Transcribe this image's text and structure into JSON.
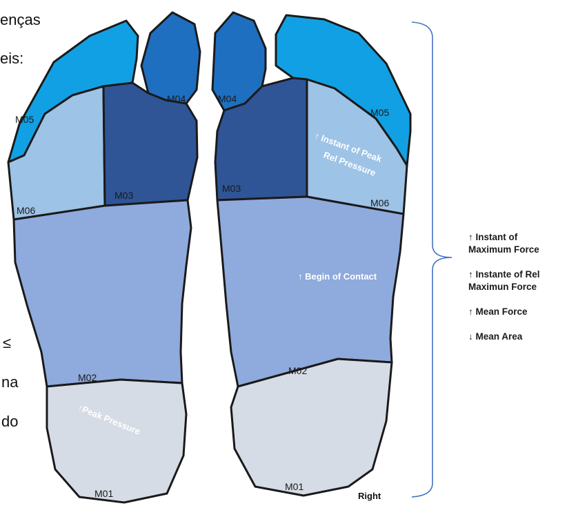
{
  "background_fragments": [
    "enças",
    "eis:",
    "≤",
    "na",
    "do"
  ],
  "colors": {
    "m05": "#12A0E4",
    "m04": "#1E6FC0",
    "m03": "#2F5597",
    "m06": "#9DC3E6",
    "m02": "#8FAADC",
    "m01": "#D6DCE5",
    "outline": "#1a1a1a",
    "bracket": "#4472C4"
  },
  "left_foot": {
    "labels": {
      "m05": "M05",
      "m04": "M04",
      "m03": "M03",
      "m06": "M06",
      "m02": "M02",
      "m01": "M01"
    },
    "annotation": "↑Peak Pressure"
  },
  "right_foot": {
    "labels": {
      "m05": "M05",
      "m04": "M04",
      "m03": "M03",
      "m06": "M06",
      "m02": "M02",
      "m01": "M01"
    },
    "annotation_peak_line1": "↑ Instant of Peak",
    "annotation_peak_line2": "Rel Pressure",
    "annotation_contact": "↑ Begin of Contact",
    "side_label": "Right"
  },
  "legend": [
    "↑ Instant of\nMaximum Force",
    "↑  Instante of Rel\nMaximun Force",
    "↑ Mean Force",
    "↓ Mean Area"
  ]
}
